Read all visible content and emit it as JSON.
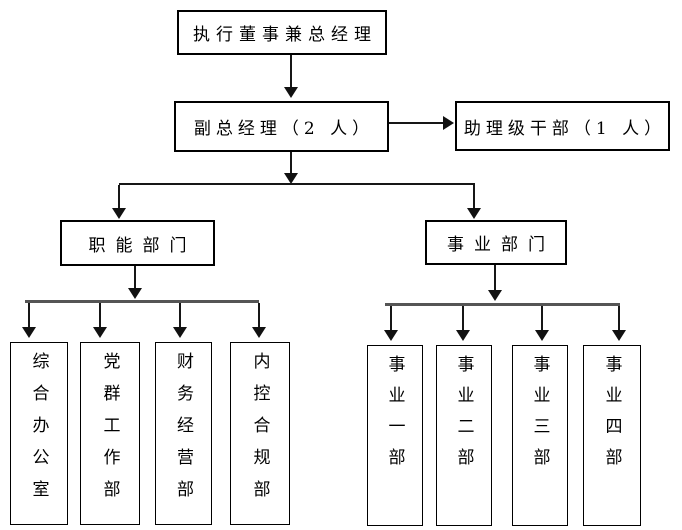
{
  "diagram_type": "org-chart",
  "nodes": {
    "root": "执行董事兼总经理",
    "deputy": "副总经理（2 人）",
    "assistant": "助理级干部（1 人）",
    "functional_group": "职能部门",
    "business_group": "事业部门"
  },
  "functional_departments": [
    "综合办公室",
    "党群工作部",
    "财务经营部",
    "内控合规部"
  ],
  "business_departments": [
    "事业一部",
    "事业二部",
    "事业三部",
    "事业四部"
  ],
  "colors": {
    "background": "#ffffff",
    "box_border": "#000000",
    "text": "#000000",
    "connector_line": "#161616",
    "splitter_line": "#555555"
  }
}
